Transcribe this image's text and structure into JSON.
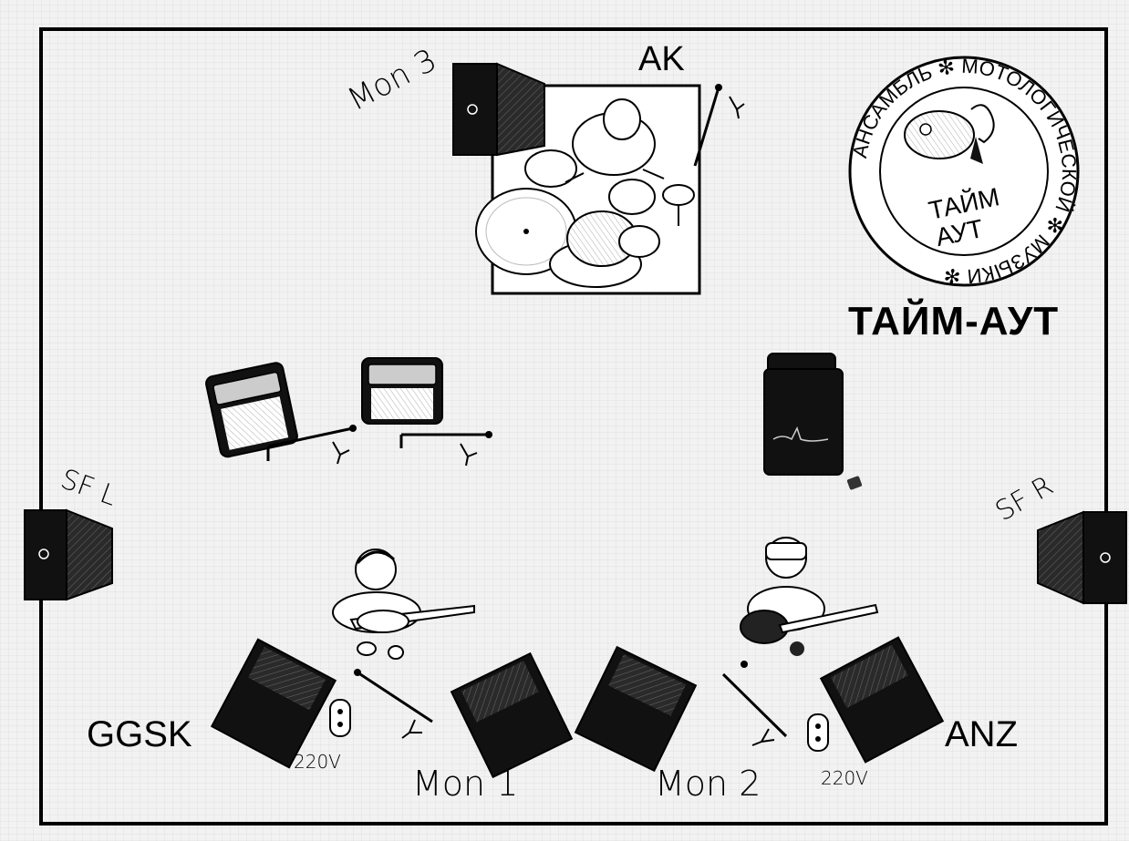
{
  "title": "ТАЙМ-АУТ",
  "logo": {
    "ring_text": "АНСАМБЛЬ ✻ МОТОЛОГИЧЕСКОЙ ✻ МУЗЫКИ ✻",
    "center_line1": "ТАЙМ",
    "center_line2": "АУТ"
  },
  "labels": {
    "drummer": "AK",
    "guitarist": "GGSK",
    "bassist": "ANZ",
    "mon1": "Mon 1",
    "mon2": "Mon 2",
    "mon3": "Mon 3",
    "sf_left": "SF L",
    "sf_right": "SF R",
    "power_left": "220V",
    "power_right": "220V"
  }
}
